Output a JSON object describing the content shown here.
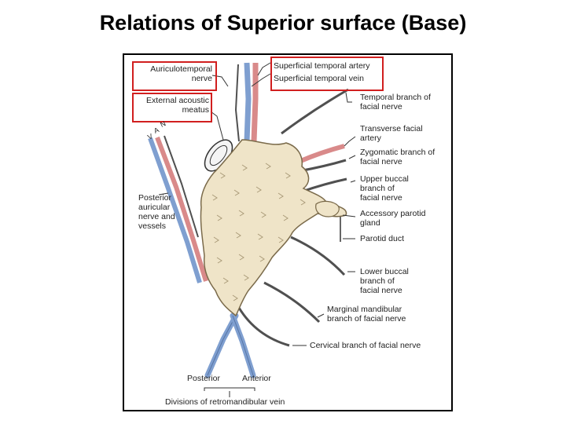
{
  "title": "Relations of Superior surface (Base)",
  "colors": {
    "highlight_box": "#d11f1f",
    "gland_fill": "#efe4c8",
    "artery": "#d98a8a",
    "vein": "#7f9fd0",
    "nerve": "#505050"
  },
  "labels": {
    "auriculotemporal": [
      "Auriculotemporal",
      "nerve"
    ],
    "superficial_temporal_artery": "Superficial temporal artery",
    "superficial_temporal_vein": "Superficial temporal vein",
    "external_acoustic": [
      "External acoustic",
      "meatus"
    ],
    "temporal_branch": [
      "Temporal branch of",
      "facial nerve"
    ],
    "transverse_facial": [
      "Transverse facial",
      "artery"
    ],
    "zygomatic_branch": [
      "Zygomatic branch of",
      "facial nerve"
    ],
    "upper_buccal": [
      "Upper buccal",
      "branch of",
      "facial nerve"
    ],
    "accessory_parotid": [
      "Accessory parotid",
      "gland"
    ],
    "parotid_duct": "Parotid duct",
    "lower_buccal": [
      "Lower buccal",
      "branch of",
      "facial nerve"
    ],
    "marginal_mandibular": [
      "Marginal mandibular",
      "branch of facial nerve"
    ],
    "cervical_branch": "Cervical branch of facial nerve",
    "posterior_auricular": [
      "Posterior",
      "auricular",
      "nerve and",
      "vessels"
    ],
    "v_mark": "V",
    "a_mark": "A",
    "n_mark": "N",
    "posterior": "Posterior",
    "anterior": "Anterior",
    "divisions": "Divisions of retromandibular vein"
  }
}
